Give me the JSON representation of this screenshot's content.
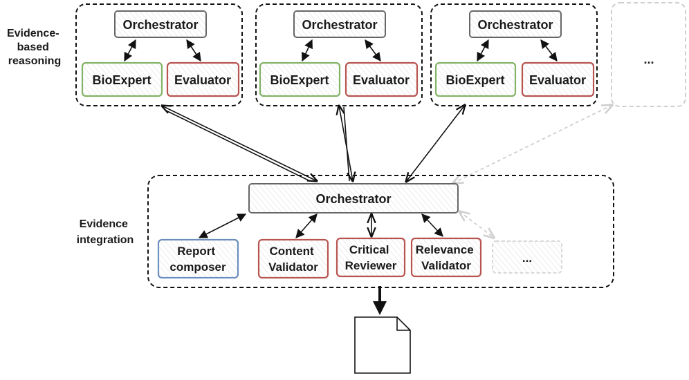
{
  "colors": {
    "orchestrator": "#666666",
    "bioexpert": "#82b366",
    "evaluator": "#b85450",
    "report": "#6c8ebf",
    "validator": "#b85450",
    "ghost": "#cccccc"
  },
  "reasoning": {
    "label_lines": [
      "Evidence-",
      "based",
      "reasoning"
    ],
    "groups": [
      {
        "orchestrator": "Orchestrator",
        "bioexpert": "BioExpert",
        "evaluator": "Evaluator"
      },
      {
        "orchestrator": "Orchestrator",
        "bioexpert": "BioExpert",
        "evaluator": "Evaluator"
      },
      {
        "orchestrator": "Orchestrator",
        "bioexpert": "BioExpert",
        "evaluator": "Evaluator"
      }
    ],
    "more": "..."
  },
  "integration": {
    "label_lines": [
      "Evidence",
      "integration"
    ],
    "orchestrator": "Orchestrator",
    "agents": [
      {
        "lines": [
          "Report",
          "composer"
        ],
        "color": "report"
      },
      {
        "lines": [
          "Content",
          "Validator"
        ],
        "color": "validator"
      },
      {
        "lines": [
          "Critical",
          "Reviewer"
        ],
        "color": "validator"
      },
      {
        "lines": [
          "Relevance",
          "Validator"
        ],
        "color": "validator"
      }
    ],
    "more": "..."
  },
  "output": {
    "icon": "document-icon"
  }
}
